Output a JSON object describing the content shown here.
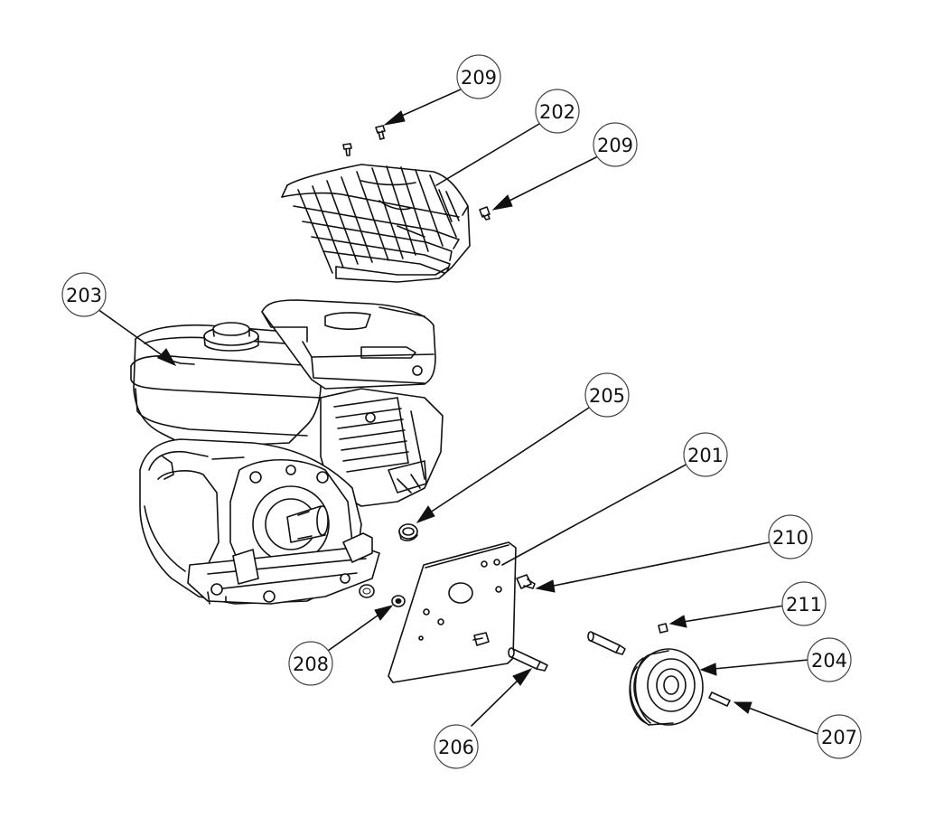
{
  "callouts": [
    {
      "id": "c209a",
      "label": "209"
    },
    {
      "id": "c202",
      "label": "202"
    },
    {
      "id": "c209b",
      "label": "209"
    },
    {
      "id": "c203",
      "label": "203"
    },
    {
      "id": "c205",
      "label": "205"
    },
    {
      "id": "c201",
      "label": "201"
    },
    {
      "id": "c210",
      "label": "210"
    },
    {
      "id": "c211",
      "label": "211"
    },
    {
      "id": "c204",
      "label": "204"
    },
    {
      "id": "c208",
      "label": "208"
    },
    {
      "id": "c206",
      "label": "206"
    },
    {
      "id": "c207",
      "label": "207"
    }
  ]
}
